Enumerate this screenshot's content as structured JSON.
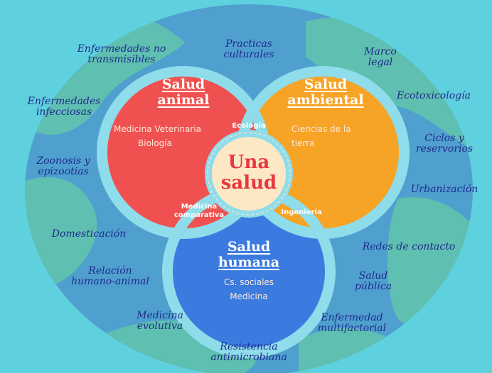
{
  "colors": {
    "background": "#5fd0de",
    "globe_sea": "#4f9fcf",
    "globe_land": "#5fbfb0",
    "ring": "#8fdcea",
    "animal": "#ef5150",
    "environmental": "#f7a325",
    "human": "#3b7be0",
    "center": "#fde8c6",
    "center_text": "#e8373f",
    "label_text": "#1f2c8c"
  },
  "circles": {
    "animal": {
      "title": [
        "Salud",
        "animal"
      ],
      "items": [
        "Medicina Veterinaria",
        "Biología"
      ]
    },
    "environmental": {
      "title": [
        "Salud",
        "ambiental"
      ],
      "items": [
        "Ciencias de la",
        "tierra"
      ]
    },
    "human": {
      "title": [
        "Salud",
        "humana"
      ],
      "items": [
        "Cs. sociales",
        "Medicina"
      ]
    }
  },
  "intersections": {
    "animal_environmental": [
      "Ecología"
    ],
    "animal_human": [
      "Medicina",
      "comparativa"
    ],
    "environmental_human": [
      "Ingeniería"
    ]
  },
  "center": {
    "lines": [
      "Una",
      "salud"
    ]
  },
  "outer_labels": {
    "enfermedades_no_transmisibles": [
      "Enfermedades no",
      "transmisibles"
    ],
    "practicas_culturales": [
      "Practicas",
      "culturales"
    ],
    "marco_legal": [
      "Marco",
      "legal"
    ],
    "enfermedades_infecciosas": [
      "Enfermedades",
      "infecciosas"
    ],
    "ecotoxicologia": [
      "Ecotoxicología"
    ],
    "ciclos_reservorios": [
      "Ciclos y",
      "reservorios"
    ],
    "zoonosis_epizootias": [
      "Zoonosis y",
      "epizootias"
    ],
    "urbanizacion": [
      "Urbanización"
    ],
    "domesticacion": [
      "Domesticación"
    ],
    "redes_contacto": [
      "Redes de contacto"
    ],
    "relacion_humano_animal": [
      "Relación",
      "humano-animal"
    ],
    "salud_publica": [
      "Salud",
      "pública"
    ],
    "medicina_evolutiva": [
      "Medicina",
      "evolutiva"
    ],
    "enfermedad_multifactorial": [
      "Enfermedad",
      "multifactorial"
    ],
    "resistencia_antimicrobiana": [
      "Resistencia",
      "antimicrobiana"
    ]
  }
}
